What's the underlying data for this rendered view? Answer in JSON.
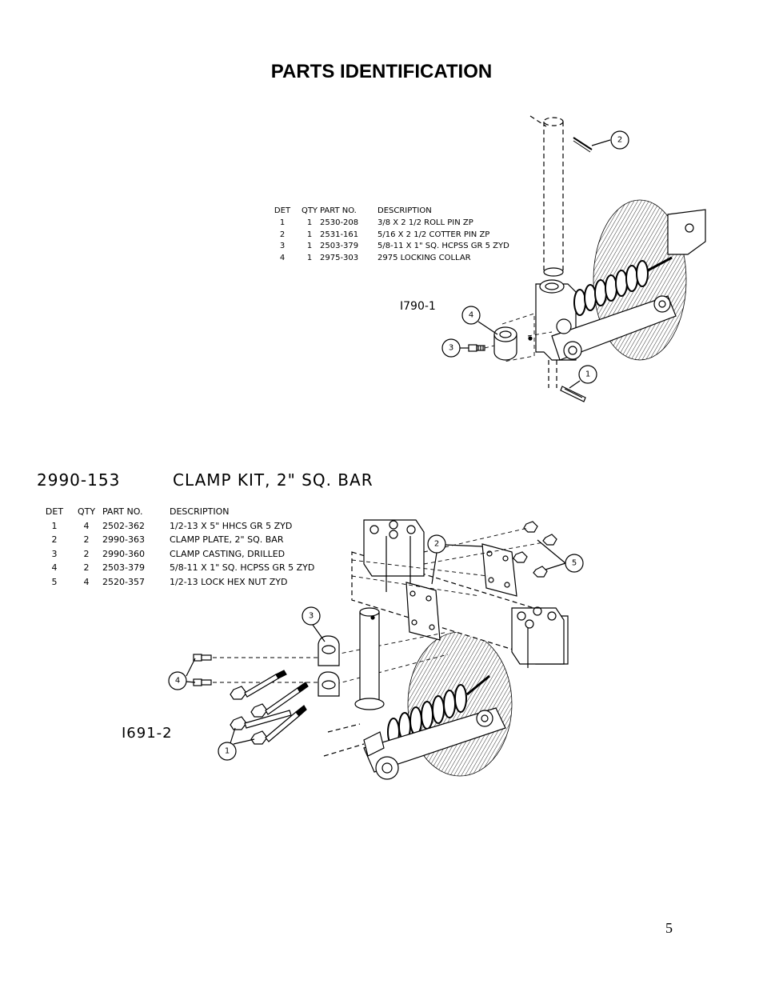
{
  "page": {
    "title": "PARTS IDENTIFICATION",
    "page_number": "5"
  },
  "assembly1": {
    "drawing_no": "I790-1",
    "headers": [
      "DET",
      "QTY",
      "PART NO.",
      "DESCRIPTION"
    ],
    "rows": [
      [
        "1",
        "1",
        "2530-208",
        "3/8 X 2 1/2 ROLL PIN ZP"
      ],
      [
        "2",
        "1",
        "2531-161",
        "5/16 X 2 1/2 COTTER PIN ZP"
      ],
      [
        "3",
        "1",
        "2503-379",
        "5/8-11 X 1\"  SQ. HCPSS GR 5 ZYD"
      ],
      [
        "4",
        "1",
        "2975-303",
        "2975 LOCKING COLLAR"
      ]
    ],
    "balloons": [
      "1",
      "2",
      "3",
      "4"
    ]
  },
  "assembly2": {
    "kit_number": "2990-153",
    "kit_description": "CLAMP KIT, 2\" SQ. BAR",
    "drawing_no": "I691-2",
    "headers": [
      "DET",
      "QTY",
      "PART NO.",
      "DESCRIPTION"
    ],
    "rows": [
      [
        "1",
        "4",
        "2502-362",
        "1/2-13 X 5\" HHCS GR 5 ZYD"
      ],
      [
        "2",
        "2",
        "2990-363",
        "CLAMP PLATE, 2\" SQ. BAR"
      ],
      [
        "3",
        "2",
        "2990-360",
        "CLAMP CASTING, DRILLED"
      ],
      [
        "4",
        "2",
        "2503-379",
        "5/8-11 X 1\"  SQ. HCPSS GR 5 ZYD"
      ],
      [
        "5",
        "4",
        "2520-357",
        "1/2-13 LOCK HEX NUT ZYD"
      ]
    ],
    "balloons": [
      "1",
      "2",
      "3",
      "4",
      "5"
    ]
  }
}
